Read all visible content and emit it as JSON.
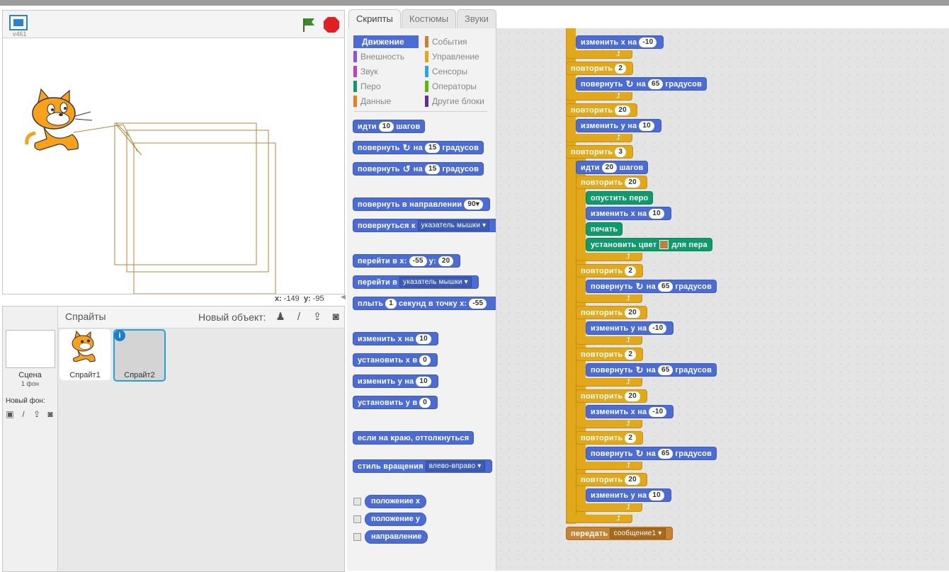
{
  "stage": {
    "version": "v461",
    "coords": {
      "x_label": "x:",
      "x_value": "-149",
      "y_label": "y:",
      "y_value": "-95"
    }
  },
  "sprites": {
    "title": "Спрайты",
    "new_object_label": "Новый объект:",
    "stage_label": "Сцена",
    "stage_backdrops": "1 фон",
    "new_backdrop_label": "Новый фон:",
    "items": [
      {
        "name": "Спрайт1"
      },
      {
        "name": "Спрайт2"
      }
    ],
    "info_glyph": "i"
  },
  "tabs": [
    {
      "label": "Скрипты",
      "active": true
    },
    {
      "label": "Костюмы",
      "active": false
    },
    {
      "label": "Звуки",
      "active": false
    }
  ],
  "categories": [
    {
      "label": "Движение",
      "color": "#4a6cd4",
      "active": true
    },
    {
      "label": "События",
      "color": "#c88330"
    },
    {
      "label": "Внешность",
      "color": "#8a55d7"
    },
    {
      "label": "Управление",
      "color": "#e1a91a"
    },
    {
      "label": "Звук",
      "color": "#bb42c3"
    },
    {
      "label": "Сенсоры",
      "color": "#2ca5e2"
    },
    {
      "label": "Перо",
      "color": "#0e9a6c"
    },
    {
      "label": "Операторы",
      "color": "#5cb712"
    },
    {
      "label": "Данные",
      "color": "#ee7d16"
    },
    {
      "label": "Другие блоки",
      "color": "#632d99"
    }
  ],
  "palette": {
    "move": {
      "a": "идти",
      "v": "10",
      "b": "шагов"
    },
    "turn_right": {
      "a": "повернуть",
      "b": "на",
      "v": "15",
      "c": "градусов"
    },
    "turn_left": {
      "a": "повернуть",
      "b": "на",
      "v": "15",
      "c": "градусов"
    },
    "point_dir": {
      "a": "повернуть в направлении",
      "v": "90▾"
    },
    "point_towards": {
      "a": "повернуться к",
      "dd": "указатель мышки ▾"
    },
    "goto_xy": {
      "a": "перейти в x:",
      "x": "-55",
      "b": "y:",
      "y": "20"
    },
    "goto": {
      "a": "перейти в",
      "dd": "указатель мышки ▾"
    },
    "glide": {
      "a": "плыть",
      "v": "1",
      "b": "секунд в точку x:",
      "x": "-55"
    },
    "change_x": {
      "a": "изменить х на",
      "v": "10"
    },
    "set_x": {
      "a": "установить х в",
      "v": "0"
    },
    "change_y": {
      "a": "изменить у на",
      "v": "10"
    },
    "set_y": {
      "a": "установить у в",
      "v": "0"
    },
    "bounce": {
      "a": "если на краю, оттолкнуться"
    },
    "rotation_style": {
      "a": "стиль вращения",
      "dd": "влево-вправо ▾"
    },
    "rep_x": "положение x",
    "rep_y": "положение y",
    "rep_dir": "направление"
  },
  "script": {
    "s_change_x_top": {
      "a": "изменить х на",
      "v": "-10"
    },
    "r1": {
      "a": "повторить",
      "v": "2"
    },
    "s_turn1": {
      "a": "повернуть",
      "b": "на",
      "v": "65",
      "c": "градусов"
    },
    "r2": {
      "a": "повторить",
      "v": "20"
    },
    "s_change_y1": {
      "a": "изменить у на",
      "v": "10"
    },
    "r3": {
      "a": "повторить",
      "v": "3"
    },
    "s_move": {
      "a": "идти",
      "v": "20",
      "b": "шагов"
    },
    "r4": {
      "a": "повторить",
      "v": "20"
    },
    "s_pen_down": {
      "a": "опустить перо"
    },
    "s_change_x2": {
      "a": "изменить х на",
      "v": "10"
    },
    "s_stamp": {
      "a": "печать"
    },
    "s_set_pen": {
      "a": "установить цвет",
      "b": "для пера"
    },
    "r5": {
      "a": "повторить",
      "v": "2"
    },
    "s_turn2": {
      "a": "повернуть",
      "b": "на",
      "v": "65",
      "c": "градусов"
    },
    "r6": {
      "a": "повторить",
      "v": "20"
    },
    "s_change_y2": {
      "a": "изменить у на",
      "v": "-10"
    },
    "r7": {
      "a": "повторить",
      "v": "2"
    },
    "s_turn3": {
      "a": "повернуть",
      "b": "на",
      "v": "65",
      "c": "градусов"
    },
    "r8": {
      "a": "повторить",
      "v": "20"
    },
    "s_change_x3": {
      "a": "изменить х на",
      "v": "-10"
    },
    "r9": {
      "a": "повторить",
      "v": "2"
    },
    "s_turn4": {
      "a": "повернуть",
      "b": "на",
      "v": "65",
      "c": "градусов"
    },
    "r10": {
      "a": "повторить",
      "v": "20"
    },
    "s_change_y3": {
      "a": "изменить у на",
      "v": "10"
    },
    "broadcast": {
      "a": "передать",
      "dd": "сообщение1 ▾"
    }
  },
  "colors": {
    "pen_color": "#b58342"
  }
}
